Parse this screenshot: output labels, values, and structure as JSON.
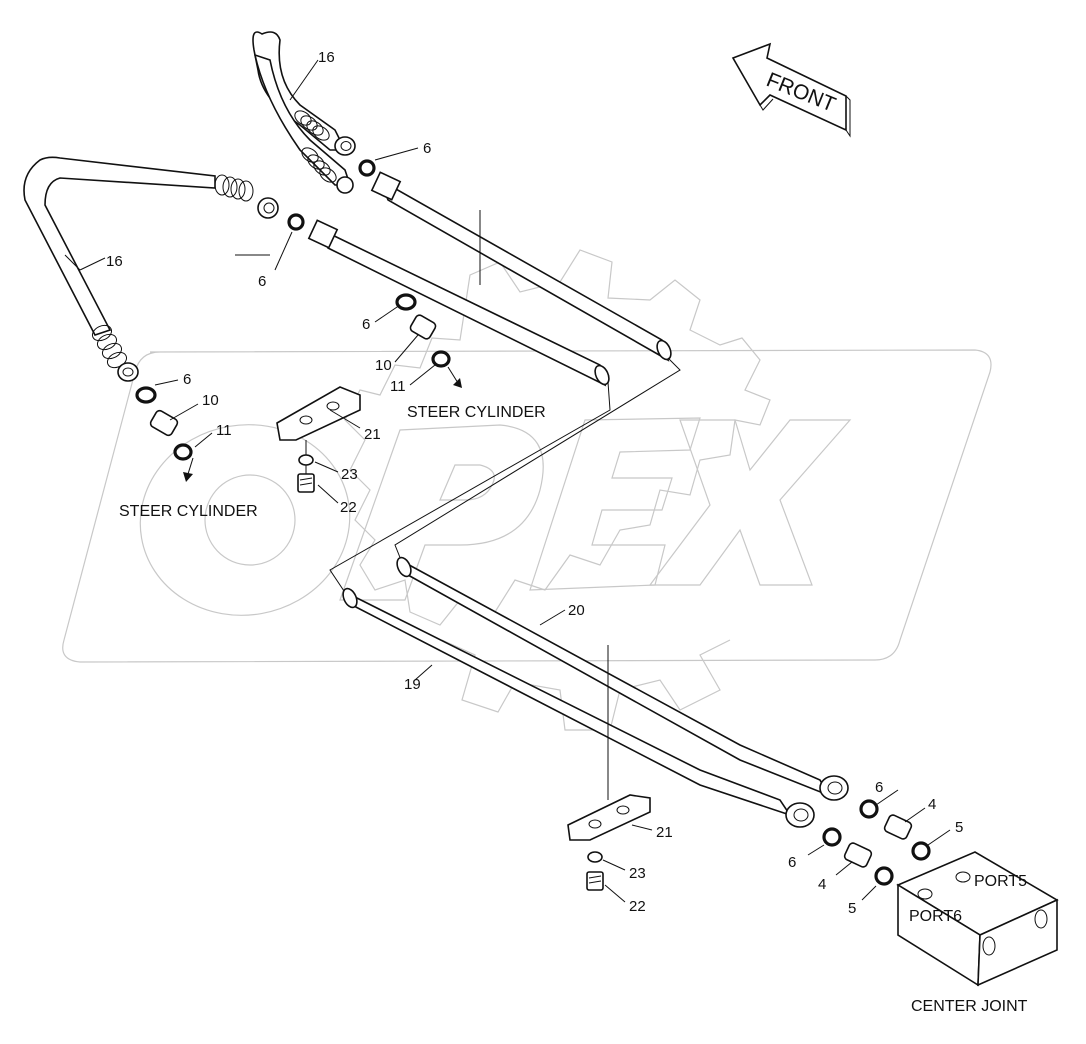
{
  "diagram": {
    "front_label": "FRONT",
    "watermark": "OPEX",
    "labels": {
      "steer_cylinder_top": "STEER CYLINDER",
      "steer_cylinder_left": "STEER CYLINDER",
      "port5": "PORT5",
      "port6": "PORT6",
      "center_joint": "CENTER JOINT"
    },
    "callouts": {
      "c16_top": "16",
      "c16_left": "16",
      "c6_a": "6",
      "c6_b": "6",
      "c6_c": "6",
      "c6_d": "6",
      "c6_e": "6",
      "c6_f": "6",
      "c10_a": "10",
      "c10_b": "10",
      "c11_a": "11",
      "c11_b": "11",
      "c21_a": "21",
      "c21_b": "21",
      "c23_a": "23",
      "c23_b": "23",
      "c22_a": "22",
      "c22_b": "22",
      "c20": "20",
      "c19": "19",
      "c4_a": "4",
      "c4_b": "4",
      "c5_a": "5",
      "c5_b": "5"
    }
  }
}
